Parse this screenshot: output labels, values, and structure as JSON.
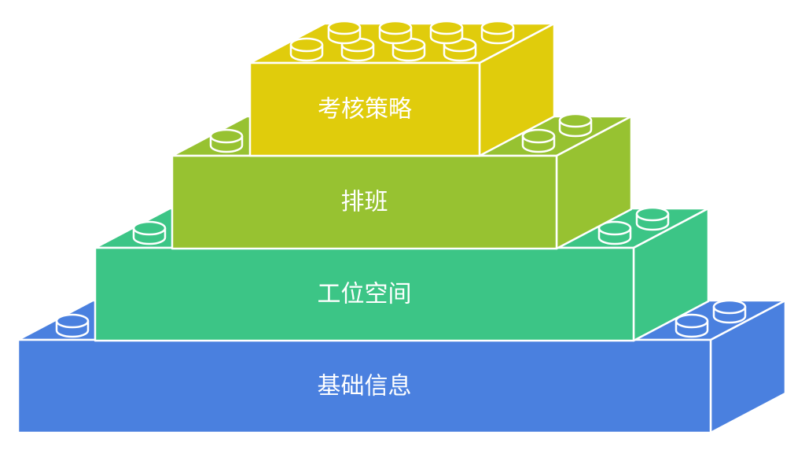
{
  "layers": [
    {
      "label": "考核策略",
      "color": "#e0cc0c"
    },
    {
      "label": "排班",
      "color": "#97c231"
    },
    {
      "label": "工位空间",
      "color": "#3cc586"
    },
    {
      "label": "基础信息",
      "color": "#4a80df"
    }
  ]
}
